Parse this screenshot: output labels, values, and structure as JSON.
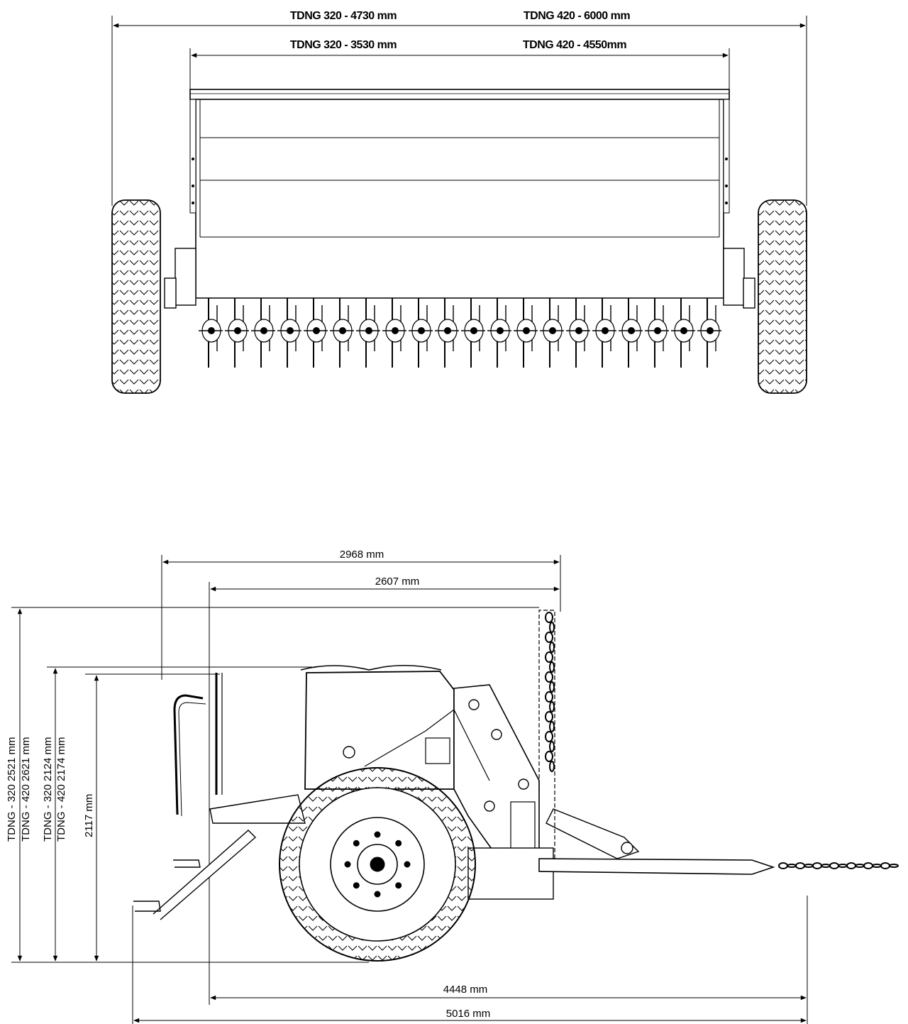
{
  "front_view": {
    "overall_width": {
      "tdng320": "TDNG 320 - 4730 mm",
      "tdng420": "TDNG 420 - 6000 mm"
    },
    "working_width": {
      "tdng320": "TDNG 320 - 3530 mm",
      "tdng420": "TDNG 420 - 4550mm"
    }
  },
  "side_view": {
    "top_dims": [
      "2968 mm",
      "2607 mm"
    ],
    "bottom_dims": [
      "4448 mm",
      "5016 mm"
    ],
    "height_dims": {
      "total_320": "TDNG - 320 2521 mm",
      "total_420": "TDNG - 420 2621 mm",
      "hopper_320": "TDNG - 320 2124 mm",
      "hopper_420": "TDNG - 420 2174 mm",
      "wheel": "2117 mm"
    }
  },
  "colors": {
    "line": "#000000",
    "background": "#ffffff"
  },
  "icons": [
    "arrow-icon"
  ]
}
